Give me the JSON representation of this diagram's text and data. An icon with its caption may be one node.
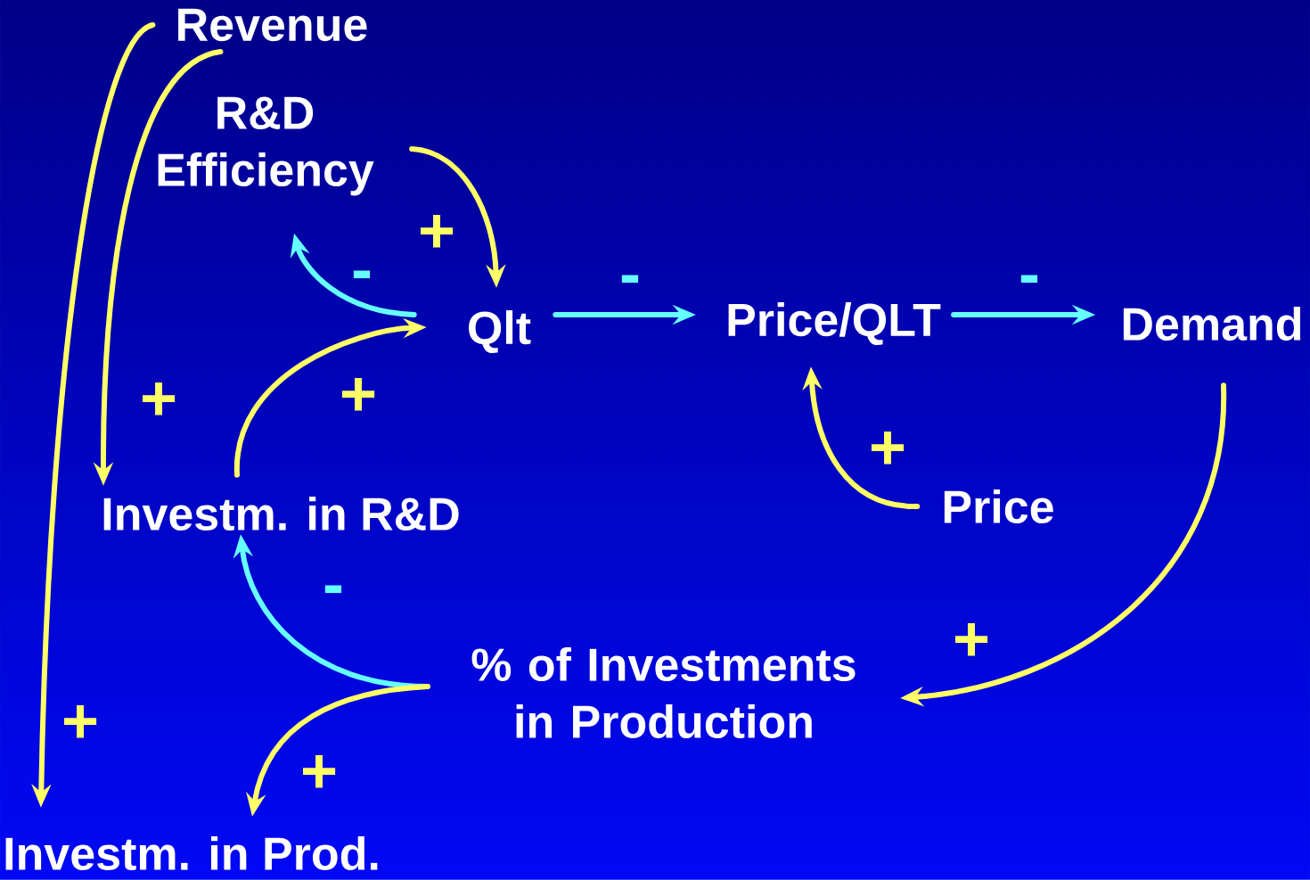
{
  "diagram": {
    "nodes": [
      {
        "text": [
          "Revenue"
        ]
      },
      {
        "text": [
          "R&D Efficiency"
        ]
      },
      {
        "text": [
          "Qlt"
        ]
      },
      {
        "text": [
          "Price/QLT"
        ]
      },
      {
        "text": [
          "Demand"
        ]
      },
      {
        "text": [
          "Investm. in R&D"
        ]
      },
      {
        "text": [
          "Price"
        ]
      },
      {
        "text": [
          "% of Investments in Production"
        ]
      },
      {
        "text": [
          "Investm. in Prod."
        ]
      }
    ],
    "edges": [
      {
        "from": 0,
        "to": 8,
        "arrow": "to",
        "label": "+"
      },
      {
        "from": 0,
        "to": 5,
        "arrow": "to",
        "label": "+"
      },
      {
        "from": 1,
        "to": 2,
        "arrow": "to",
        "label": "+"
      },
      {
        "from": 2,
        "to": 1,
        "arrow": "to",
        "label": "-",
        "color": "#66ffff"
      },
      {
        "from": 5,
        "to": 2,
        "arrow": "to",
        "label": "+"
      },
      {
        "from": 2,
        "to": 3,
        "arrow": "to",
        "label": "-",
        "color": "#66ffff"
      },
      {
        "from": 3,
        "to": 4,
        "arrow": "to",
        "label": "-",
        "color": "#66ffff"
      },
      {
        "from": 6,
        "to": 3,
        "arrow": "to",
        "label": "+"
      },
      {
        "from": 4,
        "to": 7,
        "arrow": "to",
        "label": "+"
      },
      {
        "from": 7,
        "to": 5,
        "arrow": "to",
        "label": "-",
        "color": "#66ffff"
      },
      {
        "from": 7,
        "to": 8,
        "arrow": "to",
        "label": "+"
      }
    ]
  }
}
